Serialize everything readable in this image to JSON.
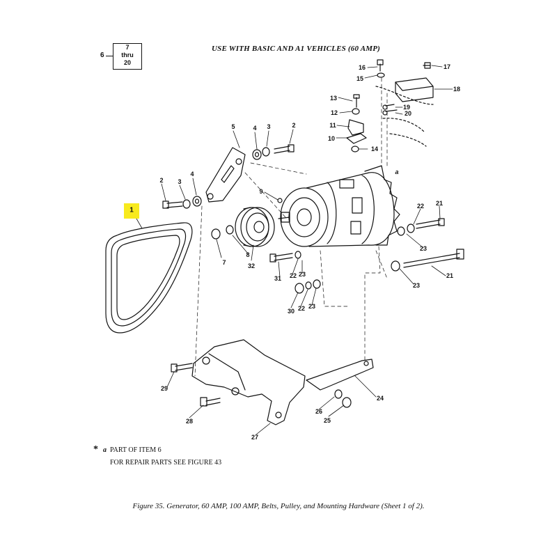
{
  "header": {
    "title": "USE WITH BASIC AND A1 VEHICLES (60 AMP)",
    "ref_box": {
      "lines": [
        "7",
        "thru",
        "20"
      ],
      "pointer": "6"
    }
  },
  "highlight": {
    "label": "1",
    "color": "#f8ea1e"
  },
  "callouts": {
    "c2a": "2",
    "c2b": "2",
    "c3a": "3",
    "c3b": "3",
    "c4a": "4",
    "c4b": "4",
    "c5": "5",
    "c7": "7",
    "c8": "8",
    "c9": "9",
    "c10": "10",
    "c11": "11",
    "c12": "12",
    "c13": "13",
    "c14": "14",
    "c15": "15",
    "c16": "16",
    "c17": "17",
    "c18": "18",
    "c19": "19",
    "c20": "20",
    "c21a": "21",
    "c21b": "21",
    "c22a": "22",
    "c22b": "22",
    "c22c": "22",
    "c23a": "23",
    "c23b": "23",
    "c23c": "23",
    "c23d": "23",
    "c24": "24",
    "c25": "25",
    "c26": "26",
    "c27": "27",
    "c28": "28",
    "c29": "29",
    "c30": "30",
    "c31": "31",
    "c32": "32",
    "ca": "a"
  },
  "notes": {
    "star": "*",
    "a_mark": "a",
    "line1": "PART OF ITEM 6",
    "line2": "FOR REPAIR PARTS SEE FIGURE 43"
  },
  "caption": "Figure 35.  Generator, 60 AMP, 100 AMP, Belts, Pulley, and Mounting Hardware (Sheet 1 of 2)."
}
